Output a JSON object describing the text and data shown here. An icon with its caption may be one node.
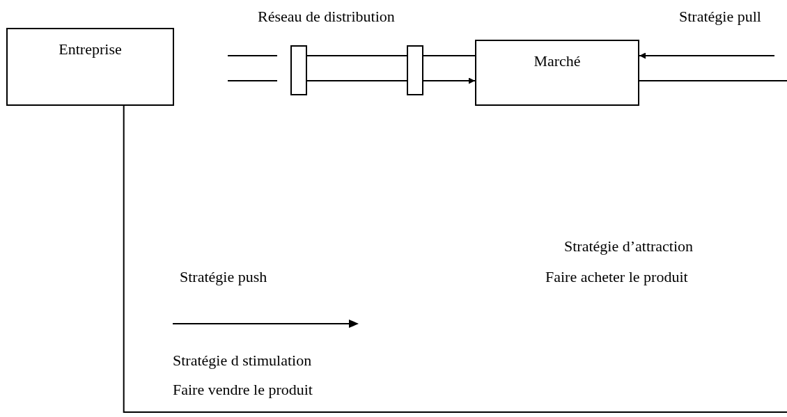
{
  "diagram": {
    "nodes": [
      {
        "text": [
          "Entreprise"
        ]
      },
      {
        "text": [
          "Marché"
        ]
      },
      {
        "text": [],
        "shape": "box"
      },
      {
        "text": [],
        "shape": "box"
      }
    ],
    "edges": [
      {
        "from": null,
        "to": 2,
        "arrow": "none"
      },
      {
        "from": null,
        "to": 2,
        "arrow": "none"
      },
      {
        "from": 2,
        "to": 3,
        "arrow": "none"
      },
      {
        "from": 2,
        "to": 3,
        "arrow": "none"
      },
      {
        "from": 3,
        "to": 1,
        "arrow": "none"
      },
      {
        "from": 3,
        "to": 1,
        "arrow": "to"
      },
      {
        "from": null,
        "to": 1,
        "arrow": "to"
      },
      {
        "from": 1,
        "to": null,
        "arrow": "none"
      },
      {
        "from": 0,
        "to": null,
        "arrow": "none"
      }
    ],
    "labels": [
      "Réseau de distribution",
      "Stratégie pull",
      "Stratégie d’attraction",
      "Stratégie push",
      "Faire acheter le produit",
      "Stratégie d stimulation",
      "Faire vendre le produit"
    ]
  }
}
